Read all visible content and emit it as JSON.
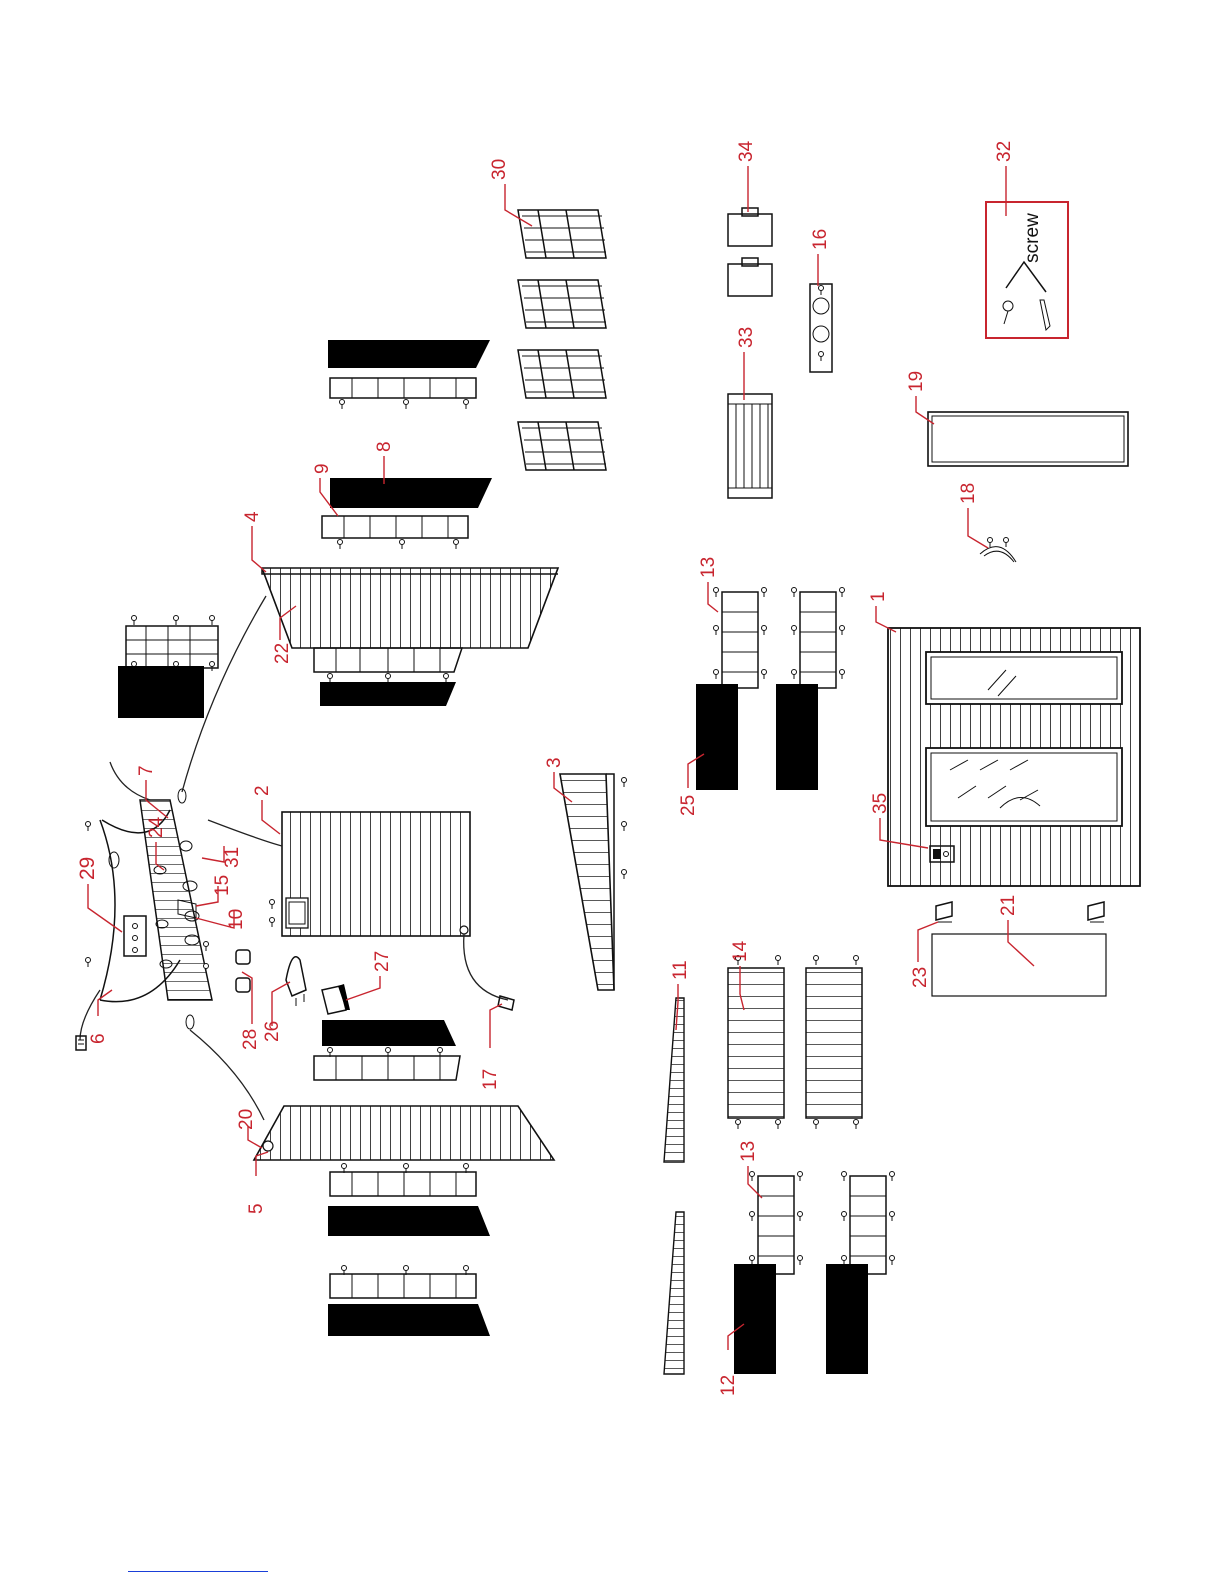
{
  "diagram": {
    "type": "exploded-parts-view",
    "accent_color": "#c8252f",
    "line_color": "#111111",
    "screw_box": {
      "label": "screw",
      "border_color": "#c8252f"
    },
    "callouts": [
      "1",
      "2",
      "3",
      "4",
      "5",
      "6",
      "7",
      "8",
      "9",
      "10",
      "11",
      "12",
      "13",
      "13",
      "14",
      "15",
      "16",
      "17",
      "18",
      "19",
      "20",
      "21",
      "22",
      "23",
      "24",
      "25",
      "26",
      "27",
      "28",
      "29",
      "30",
      "31",
      "32",
      "33",
      "34",
      "35"
    ]
  }
}
